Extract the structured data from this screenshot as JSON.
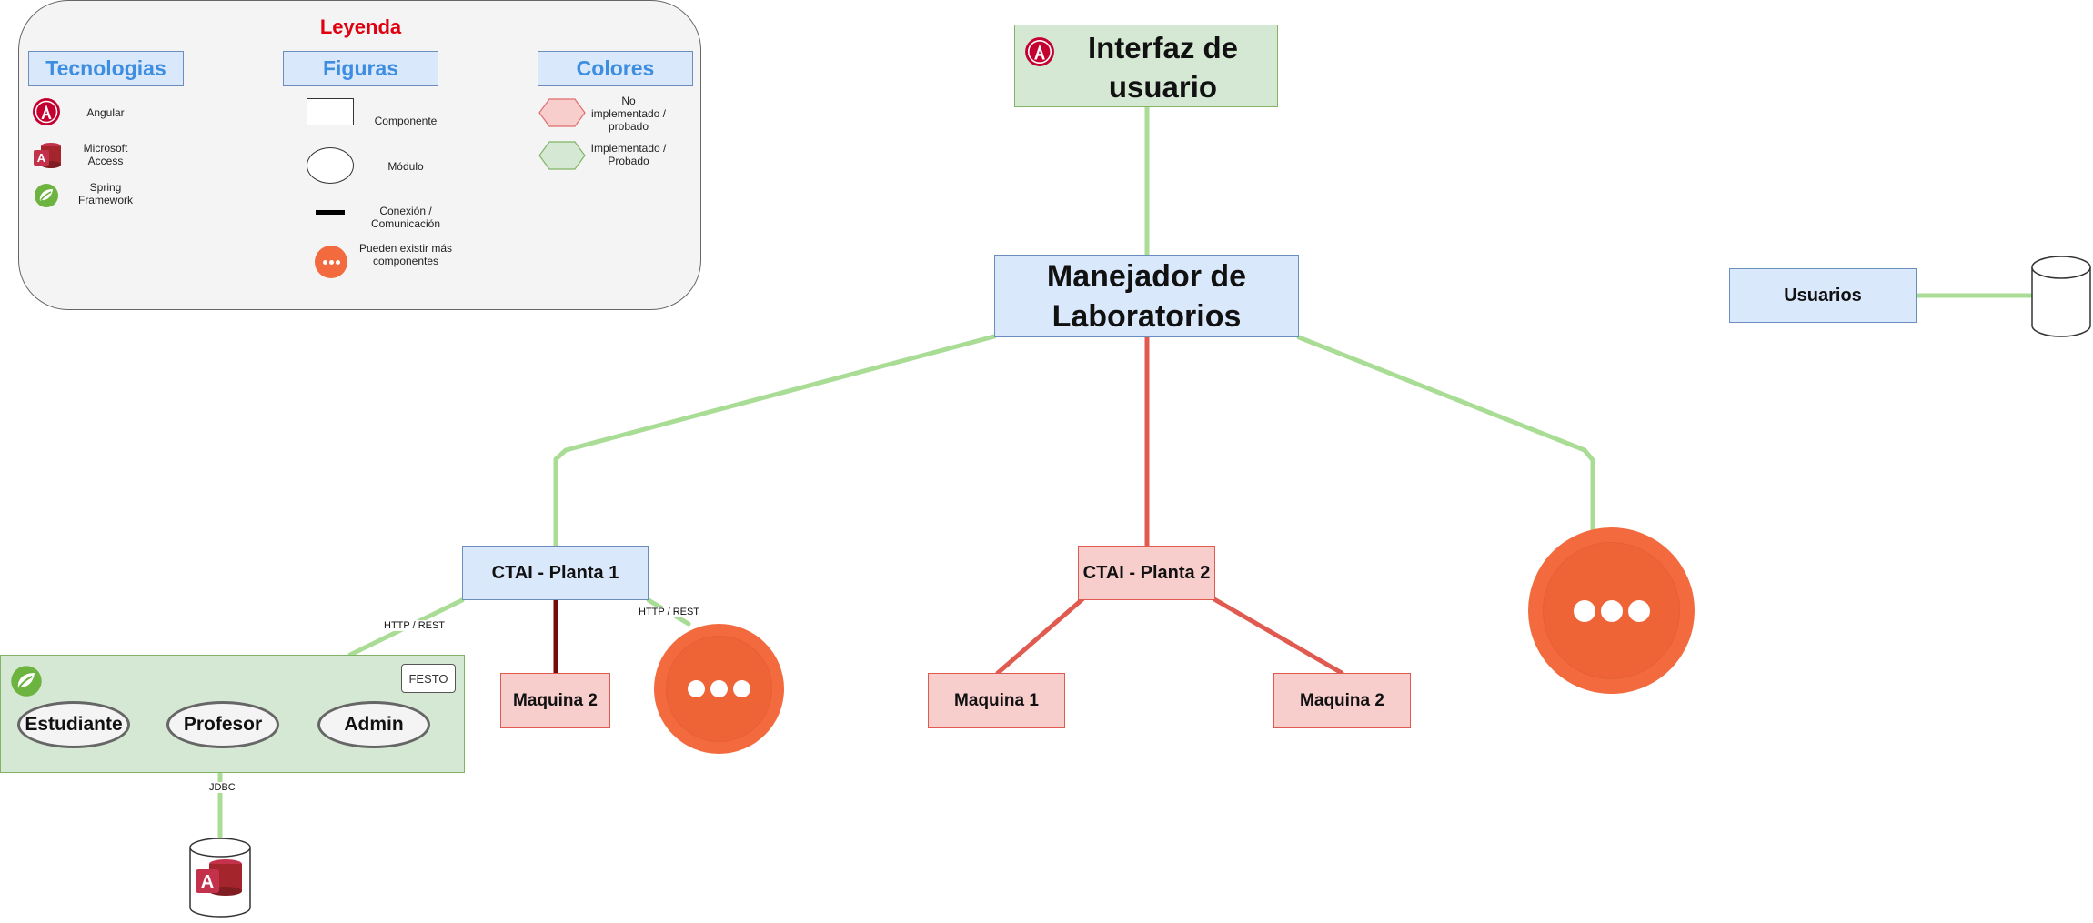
{
  "legend": {
    "title": "Leyenda",
    "tech_header": "Tecnologias",
    "shapes_header": "Figuras",
    "colors_header": "Colores",
    "tech": {
      "angular": "Angular",
      "access": "Microsoft Access",
      "spring": "Spring Framework"
    },
    "shapes": {
      "component": "Componente",
      "module": "Módulo",
      "connection": "Conexión / Comunicación",
      "more": "Pueden existir más componentes"
    },
    "colors": {
      "not_impl": "No implementado / probado",
      "impl": "Implementado / Probado"
    }
  },
  "nodes": {
    "ui": "Interfaz de usuario",
    "manager": "Manejador de Laboratorios",
    "users": "Usuarios",
    "plant1": "CTAI - Planta 1",
    "plant2": "CTAI - Planta 2",
    "p1_machine2": "Maquina 2",
    "p2_machine1": "Maquina 1",
    "p2_machine2": "Maquina 2",
    "festo_tag": "FESTO",
    "module_student": "Estudiante",
    "module_professor": "Profesor",
    "module_admin": "Admin"
  },
  "edge_labels": {
    "http_rest_1": "HTTP / REST",
    "http_rest_2": "HTTP / REST",
    "jdbc": "JDBC"
  },
  "colors": {
    "implemented_fill": "#d5e8d4",
    "implemented_line": "#a9dc94",
    "not_implemented_fill": "#f8cecc",
    "not_implemented_line": "#e05a4f",
    "legend_title": "#e0000f",
    "legend_header_text": "#3d8de0",
    "more_orange": "#f26a3d"
  },
  "icons": [
    "angular-icon",
    "access-icon",
    "spring-icon",
    "database-icon",
    "more-icon"
  ]
}
